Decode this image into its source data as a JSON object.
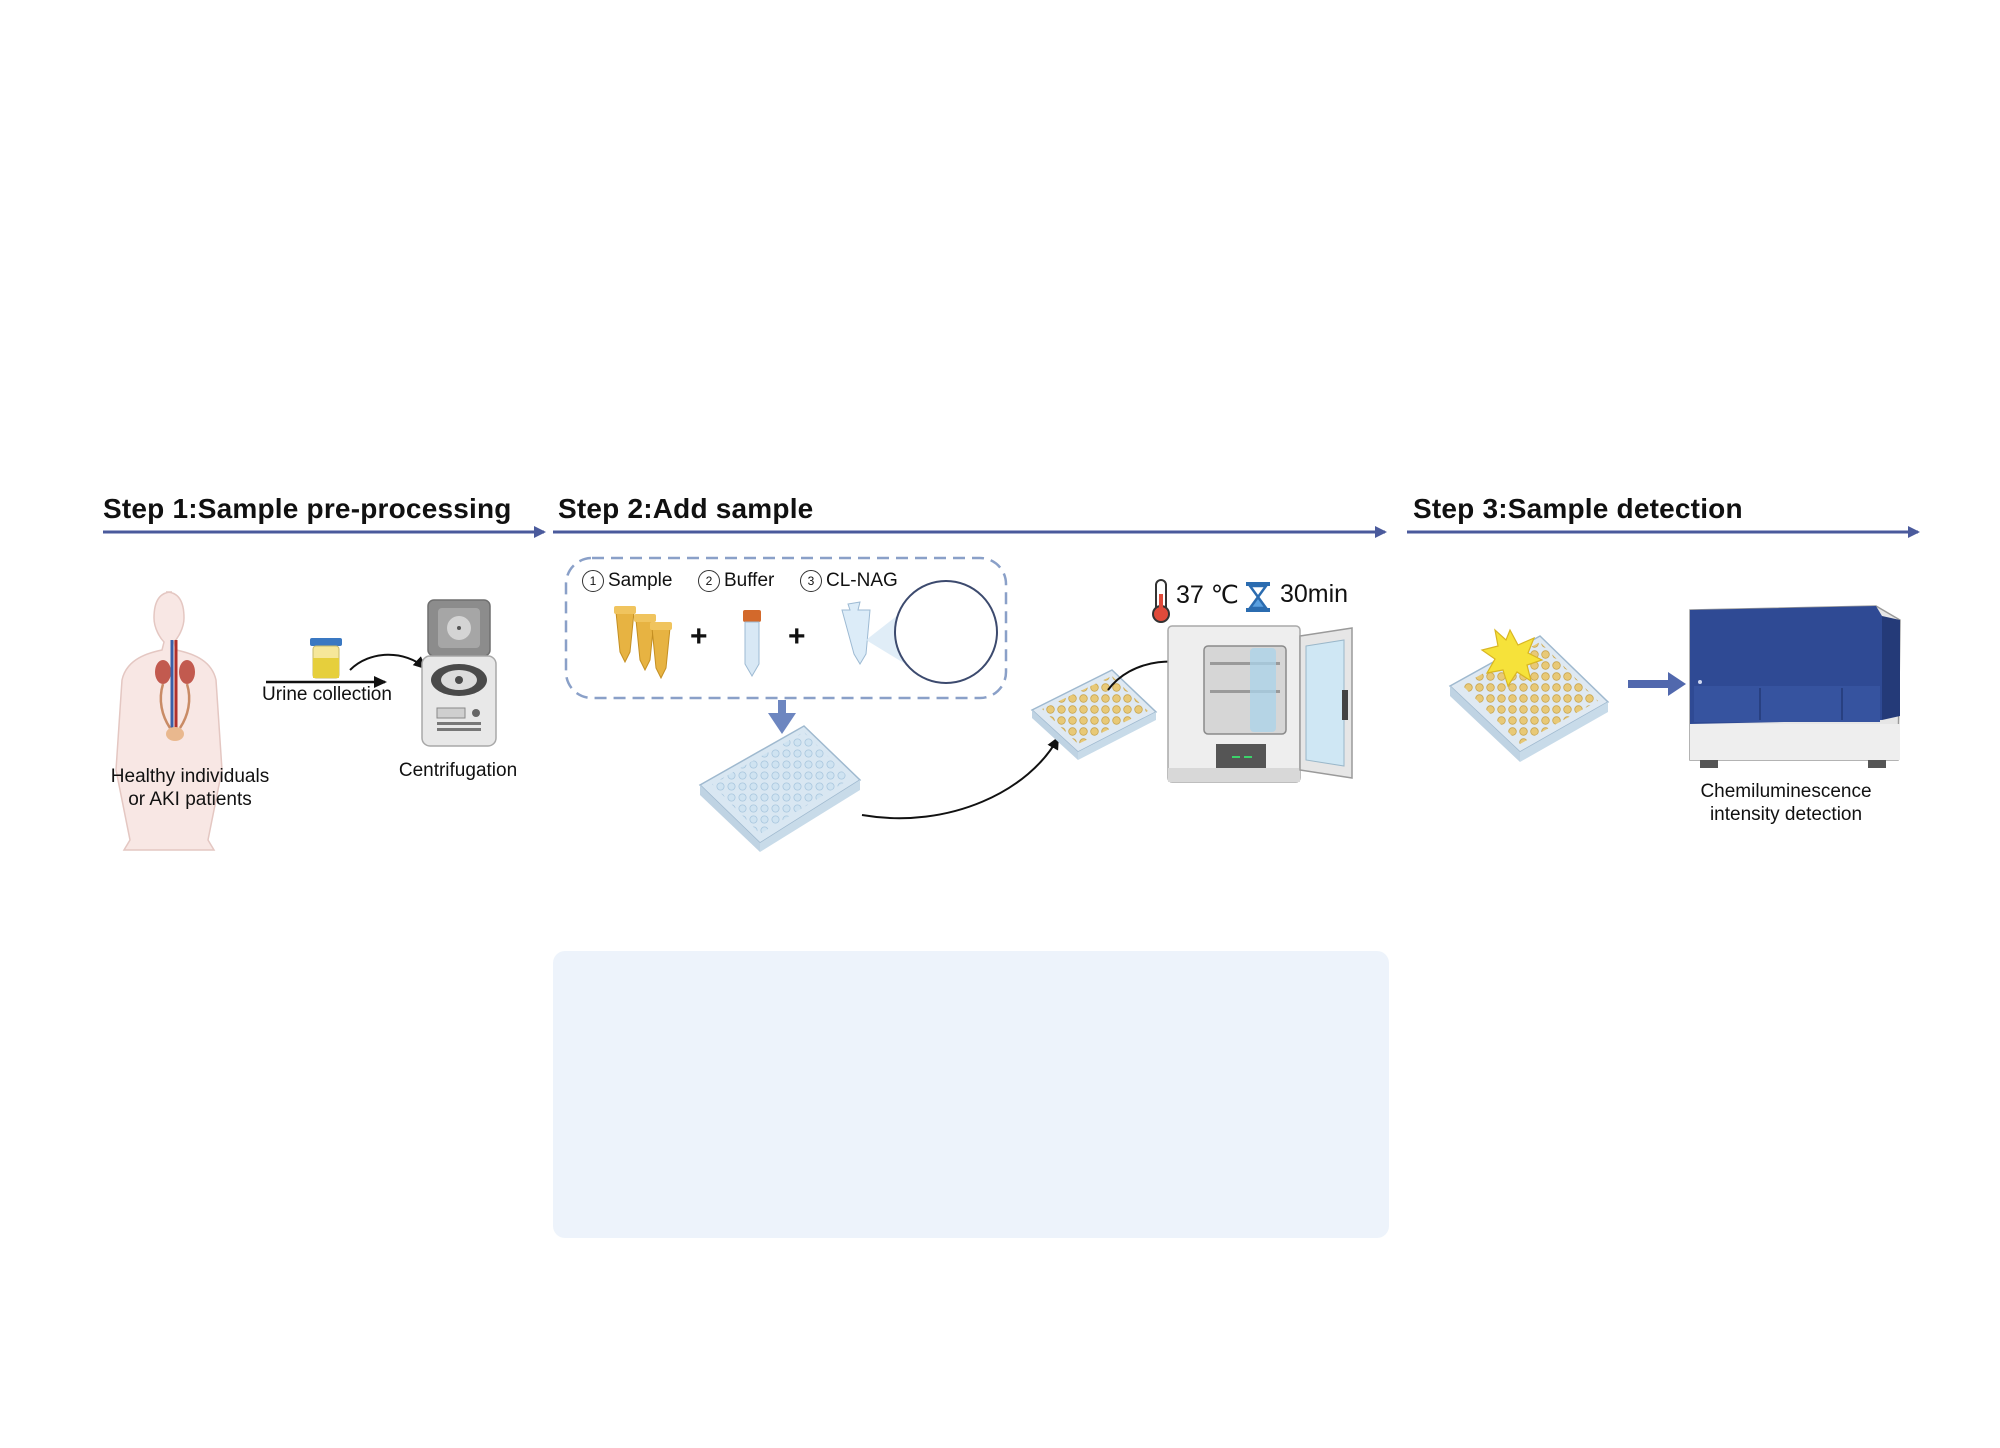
{
  "steps": [
    {
      "title": "Step 1:Sample pre-processing"
    },
    {
      "title": "Step 2:Add sample"
    },
    {
      "title": "Step 3:Sample detection"
    }
  ],
  "step1": {
    "subject_label_line1": "Healthy individuals",
    "subject_label_line2": "or AKI patients",
    "urine_label": "Urine collection",
    "centrifuge_label": "Centrifugation"
  },
  "step2": {
    "reagents": [
      {
        "num": "1",
        "label": "Sample"
      },
      {
        "num": "2",
        "label": "Buffer"
      },
      {
        "num": "3",
        "label": "CL-NAG"
      }
    ],
    "plus_sign": "+",
    "temperature": "37 ℃",
    "time": "30min"
  },
  "step3": {
    "detector_label_line1": "Chemiluminescence",
    "detector_label_line2": "intensity detection"
  },
  "colors": {
    "arrow": "#4a5a9c",
    "dashed_box": "#8aa0c8",
    "note_box": "#edf3fb",
    "instrument_blue": "#2f4a94",
    "well_yellow": "#e8c977",
    "well_blue": "#cfe3f1"
  }
}
